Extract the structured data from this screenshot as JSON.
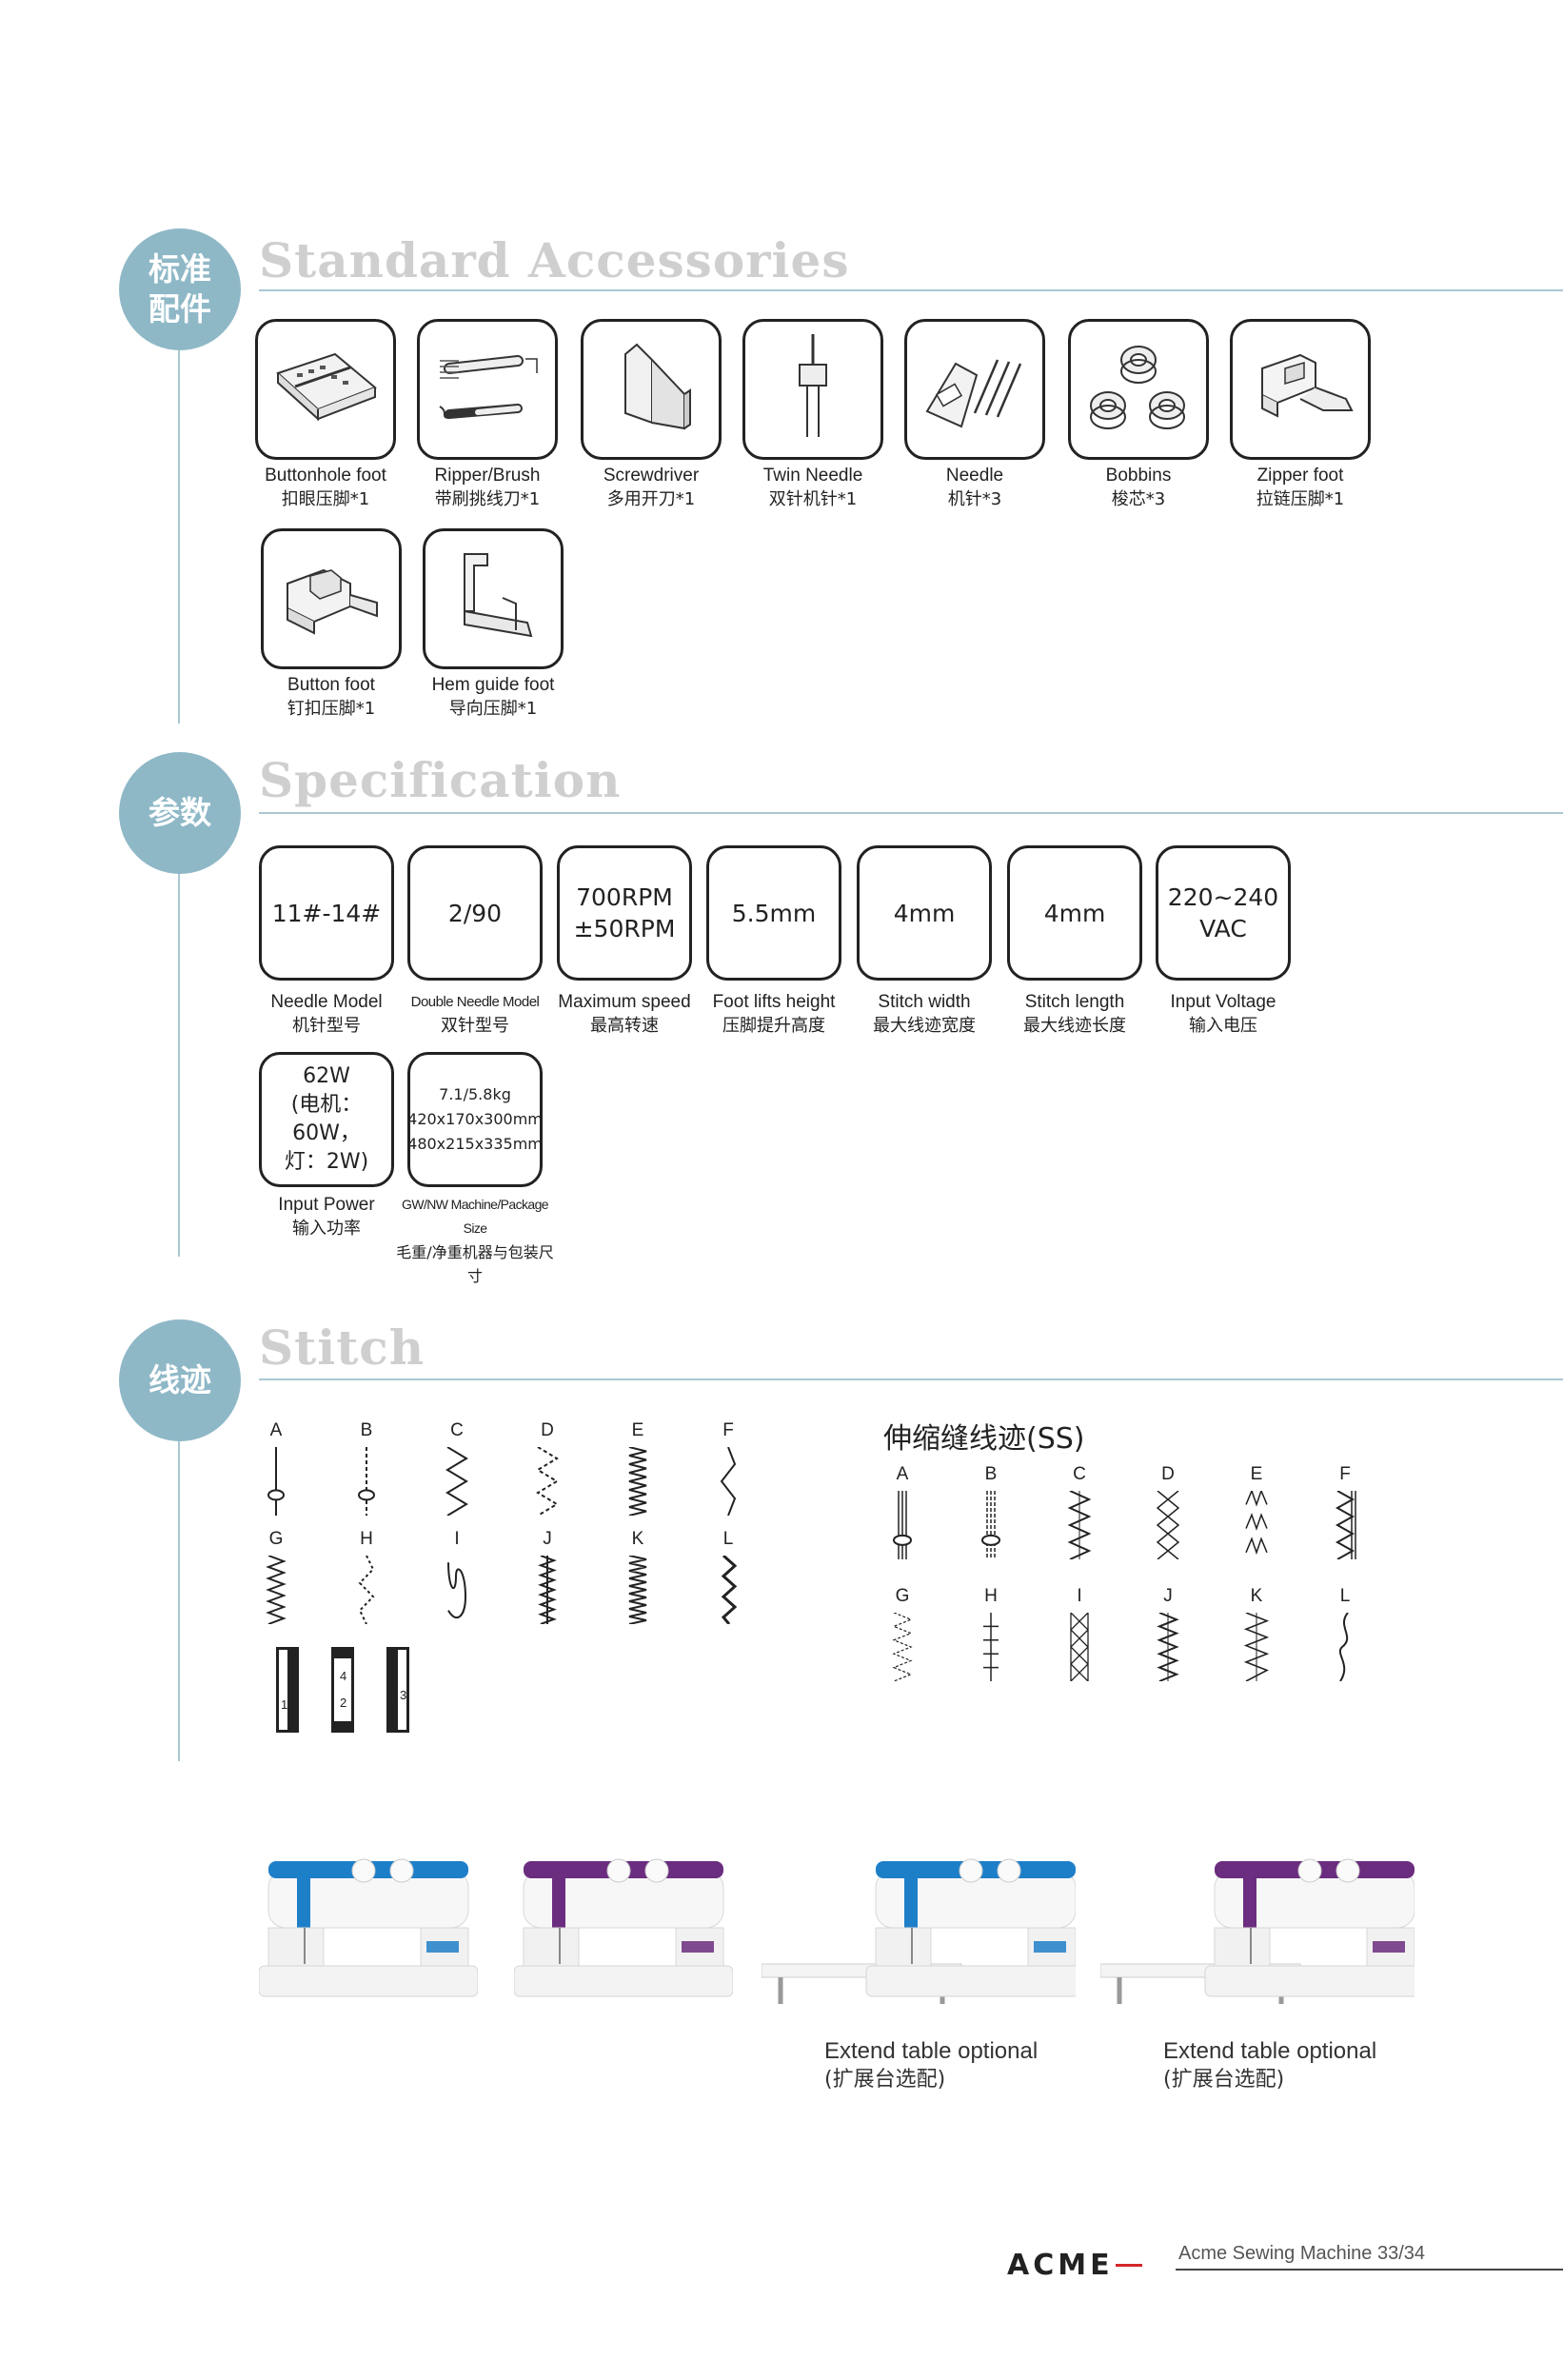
{
  "sections": {
    "accessories": {
      "badge": "标准\n配件",
      "title": "Standard Accessories"
    },
    "specification": {
      "badge": "参数",
      "title": "Specification"
    },
    "stitch": {
      "badge": "线迹",
      "title": "Stitch"
    }
  },
  "accessories": [
    {
      "en": "Buttonhole foot",
      "zh": "扣眼压脚*1",
      "icon": "buttonhole-foot-icon"
    },
    {
      "en": "Ripper/Brush",
      "zh": "带刷挑线刀*1",
      "icon": "ripper-brush-icon"
    },
    {
      "en": "Screwdriver",
      "zh": "多用开刀*1",
      "icon": "screwdriver-icon"
    },
    {
      "en": "Twin Needle",
      "zh": "双针机针*1",
      "icon": "twin-needle-icon"
    },
    {
      "en": "Needle",
      "zh": "机针*3",
      "icon": "needle-icon"
    },
    {
      "en": "Bobbins",
      "zh": "梭芯*3",
      "icon": "bobbins-icon"
    },
    {
      "en": "Zipper foot",
      "zh": "拉链压脚*1",
      "icon": "zipper-foot-icon"
    },
    {
      "en": "Button foot",
      "zh": "钉扣压脚*1",
      "icon": "button-foot-icon"
    },
    {
      "en": "Hem guide foot",
      "zh": "导向压脚*1",
      "icon": "hem-guide-foot-icon"
    }
  ],
  "specs": [
    {
      "value": "11#-14#",
      "en": "Needle Model",
      "zh": "机针型号"
    },
    {
      "value": "2/90",
      "en": "Double Needle Model",
      "zh": "双针型号"
    },
    {
      "value": "700RPM\n±50RPM",
      "en": "Maximum speed",
      "zh": "最高转速"
    },
    {
      "value": "5.5mm",
      "en": "Foot lifts height",
      "zh": "压脚提升高度"
    },
    {
      "value": "4mm",
      "en": "Stitch width",
      "zh": "最大线迹宽度"
    },
    {
      "value": "4mm",
      "en": "Stitch length",
      "zh": "最大线迹长度"
    },
    {
      "value": "220~240\nVAC",
      "en": "Input Voltage",
      "zh": "输入电压"
    },
    {
      "value": "62W\n(电机：60W，\n灯：2W)",
      "en": "Input Power",
      "zh": "输入功率"
    },
    {
      "value": "7.1/5.8kg\n420x170x300mm\n480x215x335mm",
      "en": "GW/NW Machine/Package Size",
      "zh": "毛重/净重机器与包装尺寸"
    }
  ],
  "stitches": {
    "basic_letters": [
      "A",
      "B",
      "C",
      "D",
      "E",
      "F",
      "G",
      "H",
      "I",
      "J",
      "K",
      "L"
    ],
    "stretch_title": "伸缩缝线迹(SS)",
    "stretch_letters": [
      "A",
      "B",
      "C",
      "D",
      "E",
      "F",
      "G",
      "H",
      "I",
      "J",
      "K",
      "L"
    ],
    "buttonhole_labels": [
      "1",
      "4",
      "2",
      "3"
    ]
  },
  "machines": [
    {
      "accent": "#1e7fc9",
      "caption_en": "",
      "caption_zh": ""
    },
    {
      "accent": "#6b2d7f",
      "caption_en": "",
      "caption_zh": ""
    },
    {
      "accent": "#1e7fc9",
      "caption_en": "Extend table optional",
      "caption_zh": "(扩展台选配)"
    },
    {
      "accent": "#6b2d7f",
      "caption_en": "Extend table optional",
      "caption_zh": "(扩展台选配)"
    }
  ],
  "footer": {
    "brand": "ACME",
    "text": "Acme Sewing Machine   33/34"
  },
  "colors": {
    "section_blue": "#8fb8c7",
    "rule_blue": "#a9c8d3",
    "title_gray": "#cfcfcf"
  }
}
